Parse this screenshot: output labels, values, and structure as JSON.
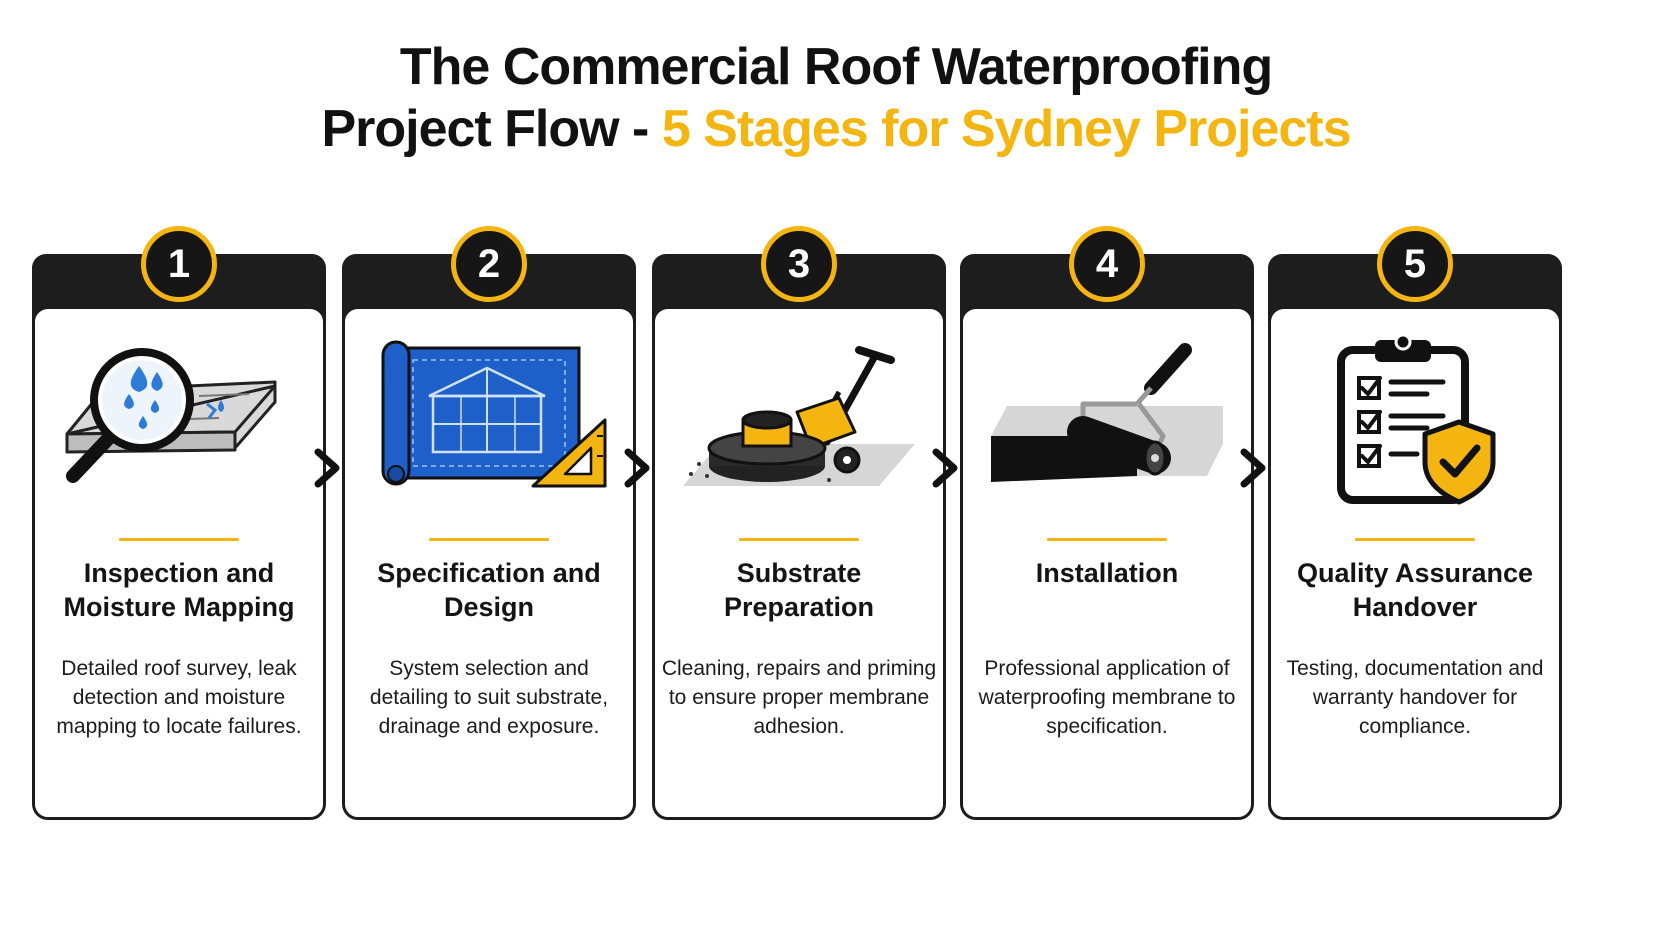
{
  "title": {
    "line1": "The Commercial Roof Waterproofing",
    "line2_lead": "Project Flow - ",
    "line2_accent": "5 Stages for Sydney Projects"
  },
  "colors": {
    "accent": "#f5b511",
    "dark": "#1d1d1d",
    "blue": "#1f5fc9"
  },
  "stages": [
    {
      "number": "1",
      "name": "Inspection and Moisture Mapping",
      "description": "Detailed roof survey, leak detection and moisture mapping to locate failures.",
      "icon": "magnifier-water-drops-icon"
    },
    {
      "number": "2",
      "name": "Specification and Design",
      "description": "System selection and detailing to suit substrate, drainage and exposure.",
      "icon": "blueprint-set-square-icon"
    },
    {
      "number": "3",
      "name": "Substrate Preparation",
      "description": "Cleaning, repairs and priming to ensure proper membrane adhesion.",
      "icon": "floor-grinder-icon"
    },
    {
      "number": "4",
      "name": "Installation",
      "description": "Professional application of waterproofing membrane to specification.",
      "icon": "paint-roller-icon"
    },
    {
      "number": "5",
      "name": "Quality Assurance Handover",
      "description": "Testing, documentation and warranty handover for compliance.",
      "icon": "checklist-shield-icon"
    }
  ],
  "connectors": [
    "chevron-right-icon",
    "chevron-right-icon",
    "chevron-right-icon",
    "chevron-right-icon"
  ]
}
